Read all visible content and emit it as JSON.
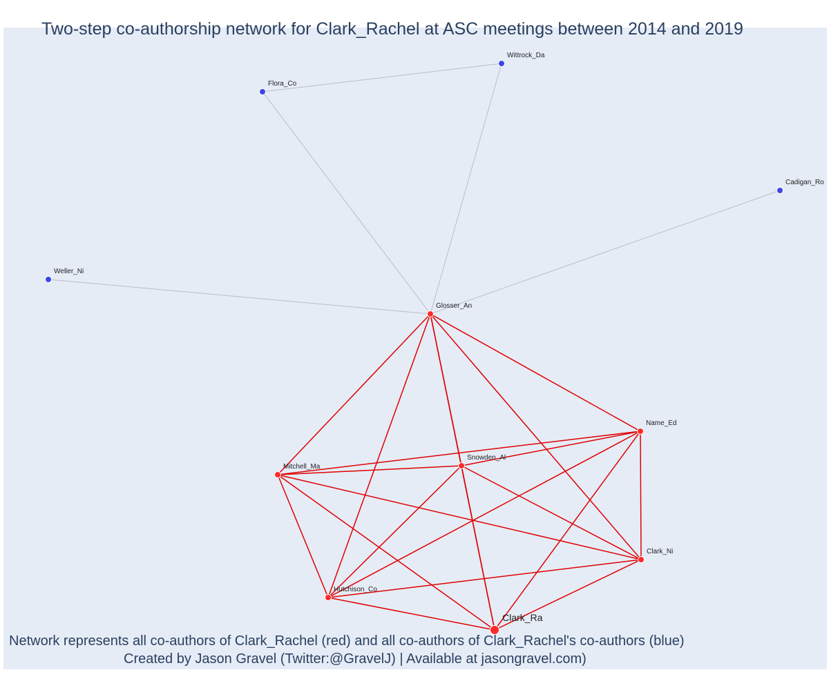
{
  "title": "Two-step co-authorship network for Clark_Rachel at ASC meetings between 2014 and 2019",
  "caption_line1": "Network represents all co-authors of Clark_Rachel (red) and all co-authors of Clark_Rachel's co-authors (blue)",
  "caption_line2": "Created by Jason Gravel (Twitter:@GravelJ) | Available at jasongravel.com)",
  "colors": {
    "primary_node": "#ff2a2a",
    "primary_edge": "#e00000",
    "secondary_node": "#3a46e8",
    "secondary_edge": "#b9bccb",
    "background": "#e5ecf6",
    "title_text": "#2a3f5f"
  },
  "nodes": [
    {
      "id": "Clark_Ra",
      "label": "Clark_Ra",
      "group": "primary",
      "focus": true
    },
    {
      "id": "Glosser_An",
      "label": "Glosser_An",
      "group": "primary"
    },
    {
      "id": "Name_Ed",
      "label": "Name_Ed",
      "group": "primary"
    },
    {
      "id": "Snowden_Al",
      "label": "Snowden_Al",
      "group": "primary"
    },
    {
      "id": "Mitchell_Ma",
      "label": "Mitchell_Ma",
      "group": "primary"
    },
    {
      "id": "Clark_Ni",
      "label": "Clark_Ni",
      "group": "primary"
    },
    {
      "id": "Hutchison_Co",
      "label": "Hutchison_Co",
      "group": "primary"
    },
    {
      "id": "Wittrock_Da",
      "label": "Wittrock_Da",
      "group": "secondary"
    },
    {
      "id": "Flora_Co",
      "label": "Flora_Co",
      "group": "secondary"
    },
    {
      "id": "Cadigan_Ro",
      "label": "Cadigan_Ro",
      "group": "secondary"
    },
    {
      "id": "Weller_Ni",
      "label": "Weller_Ni",
      "group": "secondary"
    }
  ],
  "edges": [
    [
      "Flora_Co",
      "Wittrock_Da"
    ],
    [
      "Flora_Co",
      "Glosser_An"
    ],
    [
      "Wittrock_Da",
      "Glosser_An"
    ],
    [
      "Cadigan_Ro",
      "Glosser_An"
    ],
    [
      "Weller_Ni",
      "Glosser_An"
    ],
    [
      "Glosser_An",
      "Name_Ed"
    ],
    [
      "Glosser_An",
      "Snowden_Al"
    ],
    [
      "Glosser_An",
      "Mitchell_Ma"
    ],
    [
      "Glosser_An",
      "Clark_Ni"
    ],
    [
      "Glosser_An",
      "Hutchison_Co"
    ],
    [
      "Glosser_An",
      "Clark_Ra"
    ],
    [
      "Name_Ed",
      "Snowden_Al"
    ],
    [
      "Name_Ed",
      "Mitchell_Ma"
    ],
    [
      "Name_Ed",
      "Clark_Ni"
    ],
    [
      "Name_Ed",
      "Hutchison_Co"
    ],
    [
      "Name_Ed",
      "Clark_Ra"
    ],
    [
      "Snowden_Al",
      "Mitchell_Ma"
    ],
    [
      "Snowden_Al",
      "Clark_Ni"
    ],
    [
      "Snowden_Al",
      "Hutchison_Co"
    ],
    [
      "Snowden_Al",
      "Clark_Ra"
    ],
    [
      "Mitchell_Ma",
      "Clark_Ni"
    ],
    [
      "Mitchell_Ma",
      "Hutchison_Co"
    ],
    [
      "Mitchell_Ma",
      "Clark_Ra"
    ],
    [
      "Clark_Ni",
      "Hutchison_Co"
    ],
    [
      "Clark_Ni",
      "Clark_Ra"
    ],
    [
      "Hutchison_Co",
      "Clark_Ra"
    ]
  ]
}
